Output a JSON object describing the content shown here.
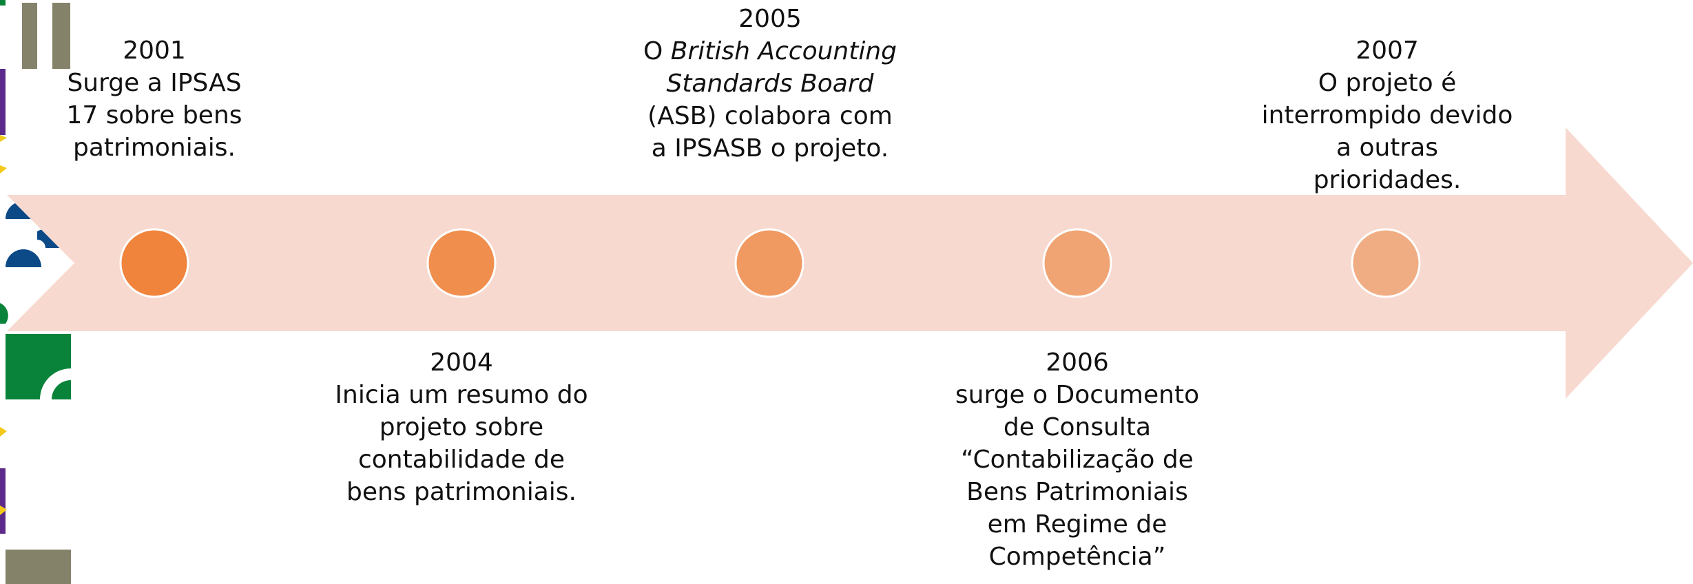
{
  "colors": {
    "arrow": "#f7d9cf",
    "marker_1": "#f0843c",
    "marker_2": "#f08e4d",
    "marker_3": "#f09a62",
    "marker_4": "#f0a473",
    "marker_5": "#f0ad84",
    "deco_olive": "#85826a",
    "deco_blue": "#0b4a87",
    "deco_green": "#0a833a",
    "deco_purple": "#5b2a8a",
    "deco_yellow": "#f2c919"
  },
  "timeline": {
    "events": [
      {
        "year": "2001",
        "description": "Surge a IPSAS 17 sobre bens patrimoniais."
      },
      {
        "year": "2004",
        "description": "Inicia um resumo do projeto sobre contabilidade de bens patrimoniais."
      },
      {
        "year": "2005",
        "description_prefix": "O ",
        "description_italic": "British Accounting Standards Board",
        "description_suffix": " (ASB) colabora com a IPSASB o projeto."
      },
      {
        "year": "2006",
        "description": "surge o Documento de Consulta “Contabilização de Bens Patrimoniais em Regime de Competência”"
      },
      {
        "year": "2007",
        "description": "O projeto é interrompido devido a outras prioridades."
      }
    ]
  }
}
